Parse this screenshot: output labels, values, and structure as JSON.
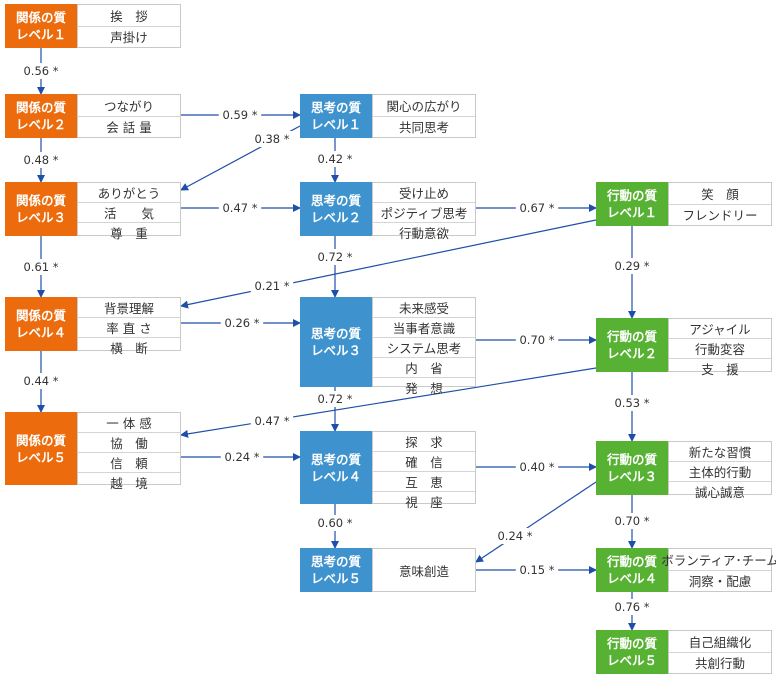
{
  "colors": {
    "relationship": "#ec6c0d",
    "thinking": "#3e92cd",
    "action": "#57b133",
    "arrow": "#1f4fa8"
  },
  "nodes": [
    {
      "id": "r1",
      "category": "relationship",
      "type": "関係の質",
      "level": "レベル１",
      "items": [
        "挨　拶",
        "声掛け"
      ]
    },
    {
      "id": "r2",
      "category": "relationship",
      "type": "関係の質",
      "level": "レベル２",
      "items": [
        "つながり",
        "会 話 量"
      ]
    },
    {
      "id": "r3",
      "category": "relationship",
      "type": "関係の質",
      "level": "レベル３",
      "items": [
        "ありがとう",
        "活　　気",
        "尊　重"
      ]
    },
    {
      "id": "r4",
      "category": "relationship",
      "type": "関係の質",
      "level": "レベル４",
      "items": [
        "背景理解",
        "率 直 さ",
        "横　断"
      ]
    },
    {
      "id": "r5",
      "category": "relationship",
      "type": "関係の質",
      "level": "レベル５",
      "items": [
        "一 体 感",
        "協　働",
        "信　頼",
        "越　境"
      ]
    },
    {
      "id": "t1",
      "category": "thinking",
      "type": "思考の質",
      "level": "レベル１",
      "items": [
        "関心の広がり",
        "共同思考"
      ]
    },
    {
      "id": "t2",
      "category": "thinking",
      "type": "思考の質",
      "level": "レベル２",
      "items": [
        "受け止め",
        "ポジティブ思考",
        "行動意欲"
      ]
    },
    {
      "id": "t3",
      "category": "thinking",
      "type": "思考の質",
      "level": "レベル３",
      "items": [
        "未来感受",
        "当事者意識",
        "システム思考",
        "内　省",
        "発　想"
      ]
    },
    {
      "id": "t4",
      "category": "thinking",
      "type": "思考の質",
      "level": "レベル４",
      "items": [
        "探　求",
        "確　信",
        "互　恵",
        "視　座"
      ]
    },
    {
      "id": "t5",
      "category": "thinking",
      "type": "思考の質",
      "level": "レベル５",
      "items": [
        "意味創造"
      ]
    },
    {
      "id": "a1",
      "category": "action",
      "type": "行動の質",
      "level": "レベル１",
      "items": [
        "笑　顔",
        "フレンドリー"
      ]
    },
    {
      "id": "a2",
      "category": "action",
      "type": "行動の質",
      "level": "レベル２",
      "items": [
        "アジャイル",
        "行動変容",
        "支　援"
      ]
    },
    {
      "id": "a3",
      "category": "action",
      "type": "行動の質",
      "level": "レベル３",
      "items": [
        "新たな習慣",
        "主体的行動",
        "誠心誠意"
      ]
    },
    {
      "id": "a4",
      "category": "action",
      "type": "行動の質",
      "level": "レベル４",
      "items": [
        "ボランティア･チーム",
        "洞察・配慮"
      ]
    },
    {
      "id": "a5",
      "category": "action",
      "type": "行動の質",
      "level": "レベル５",
      "items": [
        "自己組織化",
        "共創行動"
      ]
    }
  ],
  "edges": [
    {
      "from": "r1",
      "to": "r2",
      "label": "0.56 *"
    },
    {
      "from": "r2",
      "to": "r3",
      "label": "0.48 *"
    },
    {
      "from": "r3",
      "to": "r4",
      "label": "0.61 *"
    },
    {
      "from": "r4",
      "to": "r5",
      "label": "0.44 *"
    },
    {
      "from": "r2",
      "to": "t1",
      "label": "0.59 *"
    },
    {
      "from": "t1",
      "to": "r3",
      "label": "0.38 *"
    },
    {
      "from": "t1",
      "to": "t2",
      "label": "0.42 *"
    },
    {
      "from": "r3",
      "to": "t2",
      "label": "0.47 *"
    },
    {
      "from": "t2",
      "to": "a1",
      "label": "0.67 *"
    },
    {
      "from": "t2",
      "to": "t3",
      "label": "0.72 *"
    },
    {
      "from": "a1",
      "to": "r4",
      "label": "0.21 *"
    },
    {
      "from": "a1",
      "to": "a2",
      "label": "0.29 *"
    },
    {
      "from": "r4",
      "to": "t3",
      "label": "0.26 *"
    },
    {
      "from": "t3",
      "to": "a2",
      "label": "0.70 *"
    },
    {
      "from": "t3",
      "to": "t4",
      "label": "0.72 *"
    },
    {
      "from": "a2",
      "to": "r5",
      "label": "0.47 *"
    },
    {
      "from": "a2",
      "to": "a3",
      "label": "0.53 *"
    },
    {
      "from": "r5",
      "to": "t4",
      "label": "0.24 *"
    },
    {
      "from": "t4",
      "to": "a3",
      "label": "0.40 *"
    },
    {
      "from": "t4",
      "to": "t5",
      "label": "0.60 *"
    },
    {
      "from": "a3",
      "to": "t5",
      "label": "0.24 *"
    },
    {
      "from": "a3",
      "to": "a4",
      "label": "0.70 *"
    },
    {
      "from": "t5",
      "to": "a4",
      "label": "0.15 *"
    },
    {
      "from": "a4",
      "to": "a5",
      "label": "0.76 *"
    }
  ]
}
